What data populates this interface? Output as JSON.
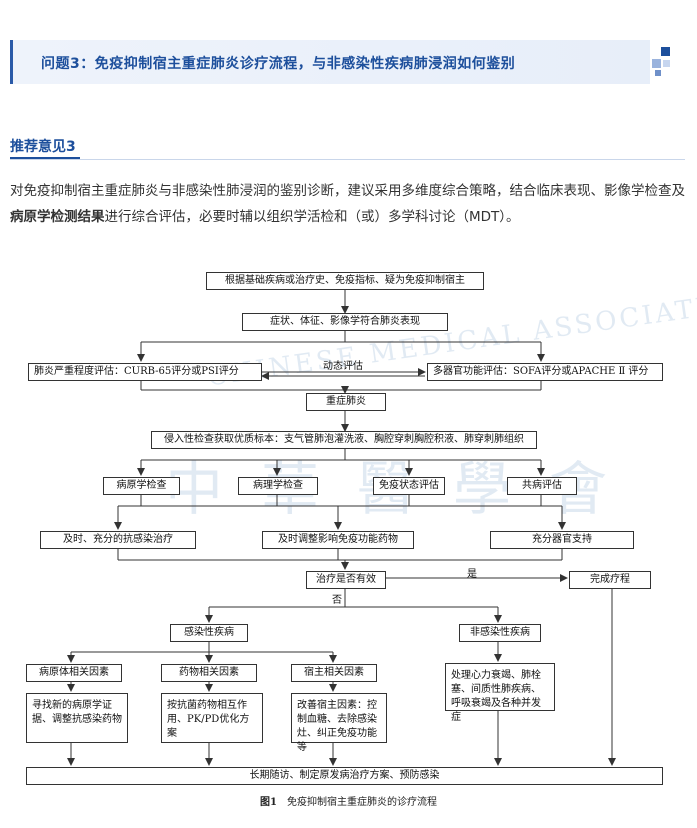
{
  "question": {
    "title": "问题3：免疫抑制宿主重症肺炎诊疗流程，与非感染性疾病肺浸润如何鉴别"
  },
  "recommendation": {
    "heading": "推荐意见3",
    "text_before": "对免疫抑制宿主重症肺炎与非感染性肺浸润的鉴别诊断，建议采用多维度综合策略，结合临床表现、影像学检查及",
    "text_bold": "病原学检测结果",
    "text_after": "进行综合评估，必要时辅以组织学活检和（或）多学科讨论（MDT）。"
  },
  "flowchart": {
    "nodes": {
      "start": "根据基础疾病或治疗史、免疫指标、疑为免疫抑制宿主",
      "symptoms": "症状、体征、影像学符合肺炎表现",
      "severity_eval": "肺炎严重程度评估：CURB-65评分或PSI评分",
      "organ_eval": "多器官功能评估：SOFA评分或APACHE Ⅱ 评分",
      "severe": "重症肺炎",
      "specimen": "侵入性检查获取优质标本：支气管肺泡灌洗液、胸腔穿刺胸腔积液、肺穿刺肺组织",
      "etiology": "病原学检查",
      "pathology": "病理学检查",
      "immune_eval": "免疫状态评估",
      "comorbidity": "共病评估",
      "anti_infection": "及时、充分的抗感染治疗",
      "adjust_drugs": "及时调整影响免疫功能药物",
      "organ_support": "充分器官支持",
      "effective": "治疗是否有效",
      "complete": "完成疗程",
      "infectious": "感染性疾病",
      "non_infectious": "非感染性疾病",
      "pathogen_factor": "病原体相关因素",
      "drug_factor": "药物相关因素",
      "host_factor": "宿主相关因素",
      "pathogen_action": "寻找新的病原学证据、调整抗感染药物",
      "drug_action": "按抗菌药物相互作用、PK/PD优化方案",
      "host_action": "改善宿主因素：控制血糖、去除感染灶、纠正免疫功能等",
      "non_inf_action": "处理心力衰竭、肺栓塞、间质性肺疾病、呼吸衰竭及各种并发症",
      "followup": "长期随访、制定原发病治疗方案、预防感染"
    },
    "labels": {
      "dynamic": "动态评估",
      "yes": "是",
      "no": "否"
    },
    "caption": {
      "figure": "图1",
      "text": "免疫抑制宿主重症肺炎的诊疗流程"
    }
  },
  "watermark": {
    "arc_text": "CHINESE MEDICAL ASSOCIATION",
    "chinese": "中華醫學會"
  },
  "colors": {
    "accent": "#1d4f9c",
    "band": "#eef3fb",
    "line": "#333333"
  }
}
